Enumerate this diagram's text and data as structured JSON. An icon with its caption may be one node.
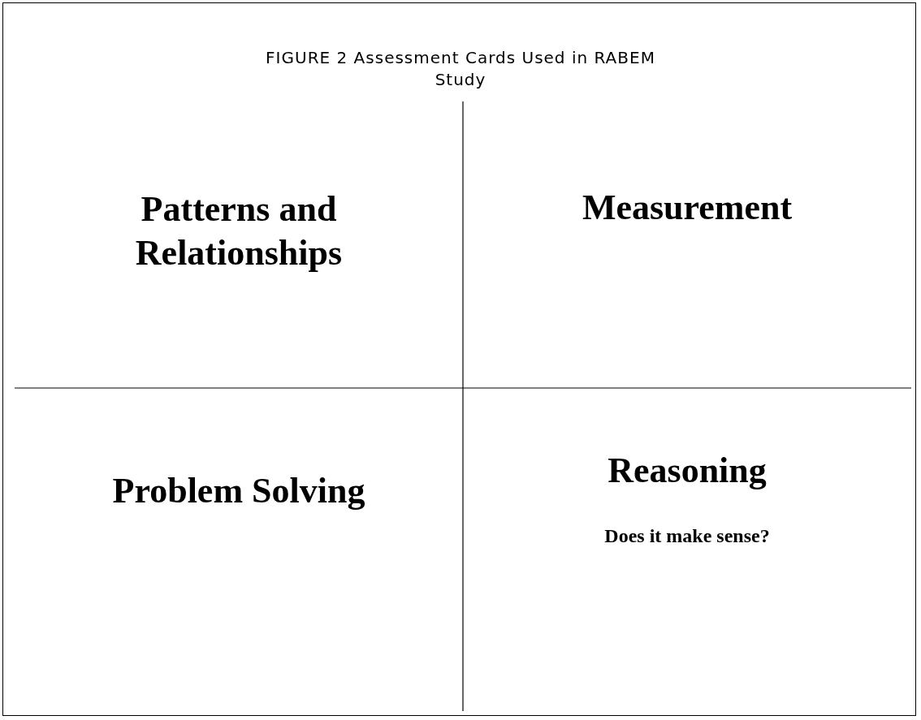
{
  "diagram": {
    "title": "FIGURE 2 Assessment Cards Used in RABEM Study",
    "nodes": [
      {
        "text": [
          "Patterns and Relationships"
        ]
      },
      {
        "text": [
          "Measurement"
        ]
      },
      {
        "text": [
          "Problem Solving"
        ]
      },
      {
        "text": [
          "Reasoning",
          "Does it make sense?"
        ]
      }
    ],
    "edges": []
  }
}
